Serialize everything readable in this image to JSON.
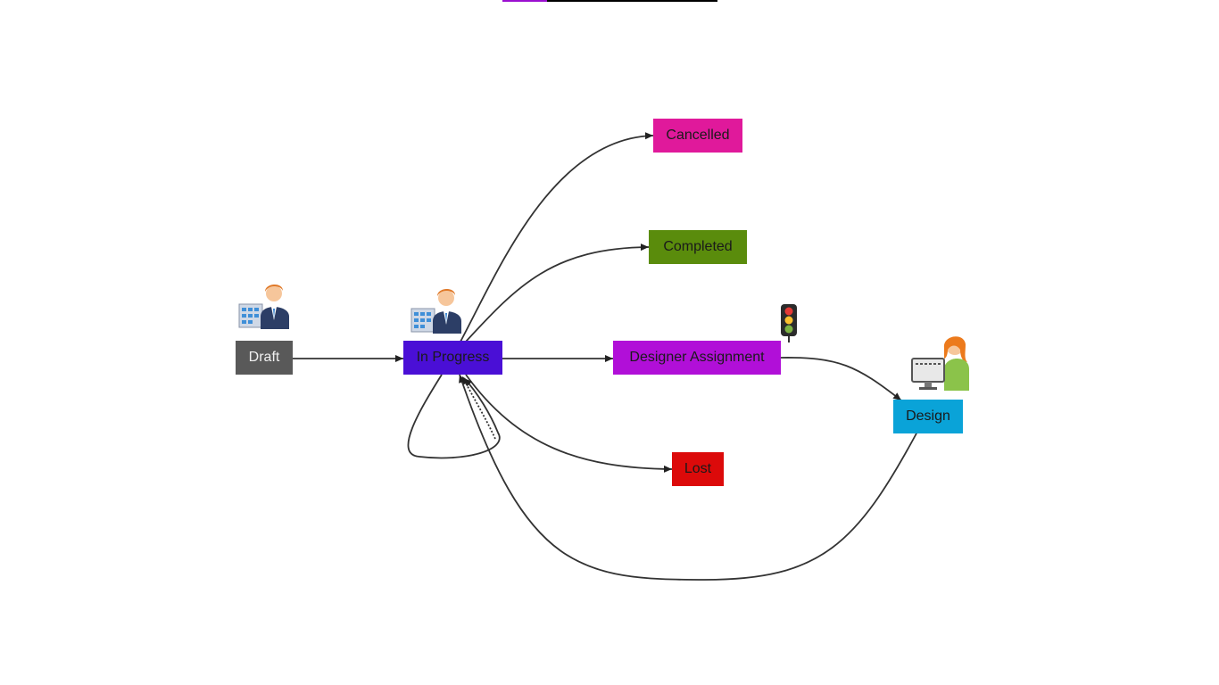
{
  "diagram": {
    "states": {
      "draft": {
        "label": "Draft",
        "color": "#595959"
      },
      "in_progress": {
        "label": "In Progress",
        "color": "#4a0fd6"
      },
      "cancelled": {
        "label": "Cancelled",
        "color": "#e0199b"
      },
      "completed": {
        "label": "Completed",
        "color": "#5a8c0c"
      },
      "designer_assignment": {
        "label": "Designer Assignment",
        "color": "#b10fd8"
      },
      "lost": {
        "label": "Lost",
        "color": "#dc0a0a"
      },
      "design": {
        "label": "Design",
        "color": "#0aa3d8"
      }
    },
    "transitions": [
      {
        "from": "Draft",
        "to": "In Progress"
      },
      {
        "from": "In Progress",
        "to": "Cancelled"
      },
      {
        "from": "In Progress",
        "to": "Completed"
      },
      {
        "from": "In Progress",
        "to": "Designer Assignment"
      },
      {
        "from": "In Progress",
        "to": "Lost"
      },
      {
        "from": "In Progress",
        "to": "In Progress"
      },
      {
        "from": "Lost",
        "to": "In Progress"
      },
      {
        "from": "Designer Assignment",
        "to": "Design"
      },
      {
        "from": "Design",
        "to": "In Progress"
      }
    ],
    "icons": {
      "draft": "businessman-office-icon",
      "in_progress": "businessman-office-icon",
      "designer_assignment": "traffic-light-icon",
      "design": "designer-computer-icon"
    },
    "edge_color": "#333333",
    "top_bar_colors": [
      "#9b0fd0",
      "#000000"
    ]
  }
}
